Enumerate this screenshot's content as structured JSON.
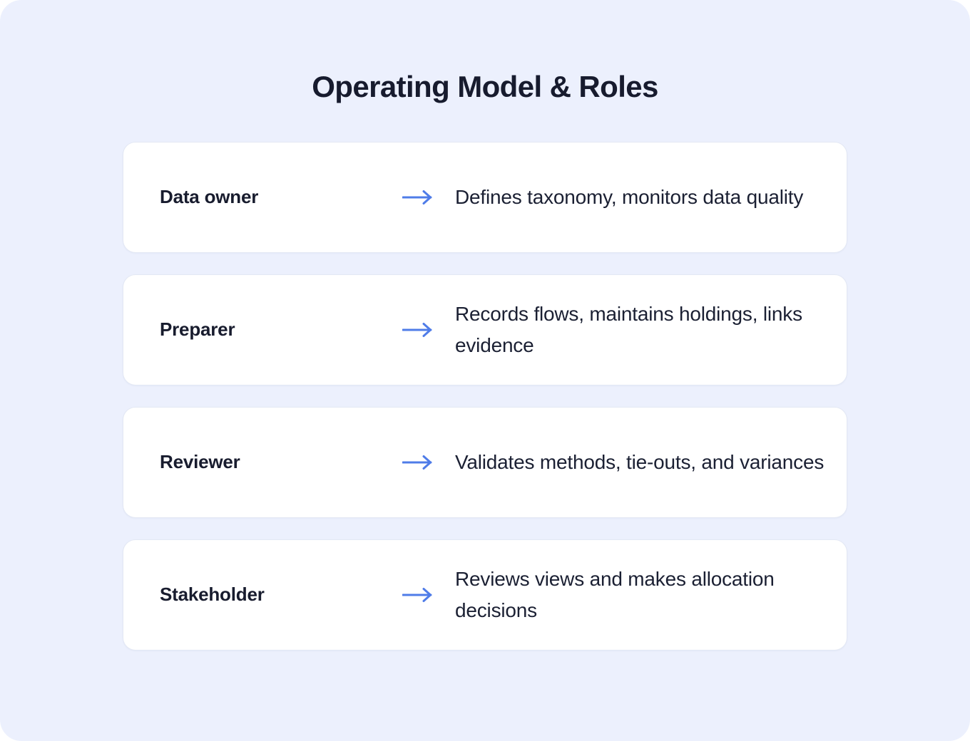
{
  "page": {
    "title": "Operating Model & Roles",
    "background_color": "#ecf0fd",
    "card_background_color": "#ffffff",
    "accent_color": "#4f7ce8",
    "text_color": "#181c2e"
  },
  "roles": [
    {
      "label": "Data owner",
      "arrow": "right-arrow-icon",
      "description": "Defines taxonomy, monitors data quality"
    },
    {
      "label": "Preparer",
      "arrow": "right-arrow-icon",
      "description": "Records flows, maintains holdings, links evidence"
    },
    {
      "label": "Reviewer",
      "arrow": "right-arrow-icon",
      "description": "Validates methods, tie-outs, and variances"
    },
    {
      "label": "Stakeholder",
      "arrow": "right-arrow-icon",
      "description": "Reviews views and makes allocation decisions"
    }
  ]
}
